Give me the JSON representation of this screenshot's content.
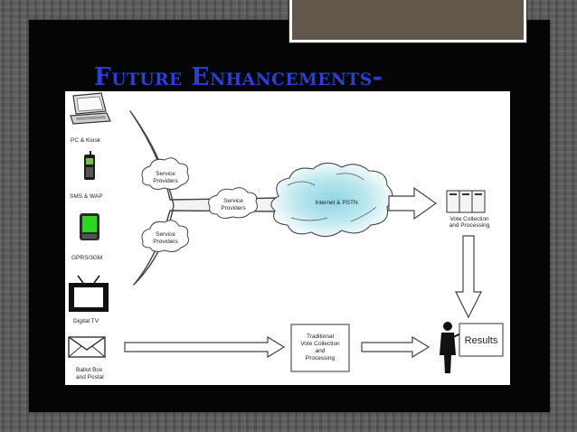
{
  "slide": {
    "title": "Future Enhancements-"
  },
  "diagram": {
    "channels": [
      {
        "label": "PC & Kiosk",
        "icon": "laptop-icon"
      },
      {
        "label": "SMS & WAP",
        "icon": "mobile-phone-icon"
      },
      {
        "label": "GPRS/3GM",
        "icon": "pda-icon"
      },
      {
        "label": "Digital TV",
        "icon": "tv-icon"
      },
      {
        "label": "Ballot Box",
        "label2": "and Postal",
        "icon": "envelope-icon"
      }
    ],
    "clouds": {
      "service_upper": {
        "line1": "Service",
        "line2": "Providers"
      },
      "service_middle": {
        "line1": "Service",
        "line2": "Providers"
      },
      "service_lower": {
        "line1": "Service",
        "line2": "Providers"
      },
      "internet": "Internet & PSTN"
    },
    "vote_collection": {
      "line1": "Vote Collection",
      "line2": "and Processing"
    },
    "traditional": {
      "line1": "Traditional",
      "line2": "Vote Collection",
      "line3": "and",
      "line4": "Processing"
    },
    "results": "Results",
    "colors": {
      "title": "#2a3fd6",
      "cloud_fill": "#a9e0ea"
    }
  }
}
